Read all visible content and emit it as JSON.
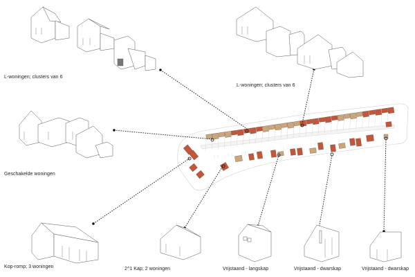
{
  "labels": {
    "l_woningen_left": "L-woningen; clusters van 6",
    "l_woningen_right": "L-woningen; clusters van 6",
    "geschakelde": "Geschakelde woningen",
    "kop_romp": "Kop-romp; 3 woningen",
    "twee_een_kap": "2^1 Kap; 2 woningen",
    "vrijstaand_langskap": "Vrijstaand - langskap",
    "vrijstaand_dwarskap_1": "Vrijstaand - dwarskap",
    "vrijstaand_dwarskap_2": "Vrijstaand - dwarskap"
  },
  "colors": {
    "rust": "#c0573c",
    "tan": "#c9a77c",
    "outline": "#555555"
  },
  "legend_types": [
    {
      "name": "L-woningen; clusters van 6",
      "color": "rust"
    },
    {
      "name": "Geschakelde woningen",
      "color": "tan"
    },
    {
      "name": "Kop-romp; 3 woningen",
      "color": "rust"
    },
    {
      "name": "2^1 Kap; 2 woningen",
      "color": "rust"
    },
    {
      "name": "Vrijstaand - langskap",
      "color": "tan"
    },
    {
      "name": "Vrijstaand - dwarskap",
      "color": "rust"
    }
  ]
}
